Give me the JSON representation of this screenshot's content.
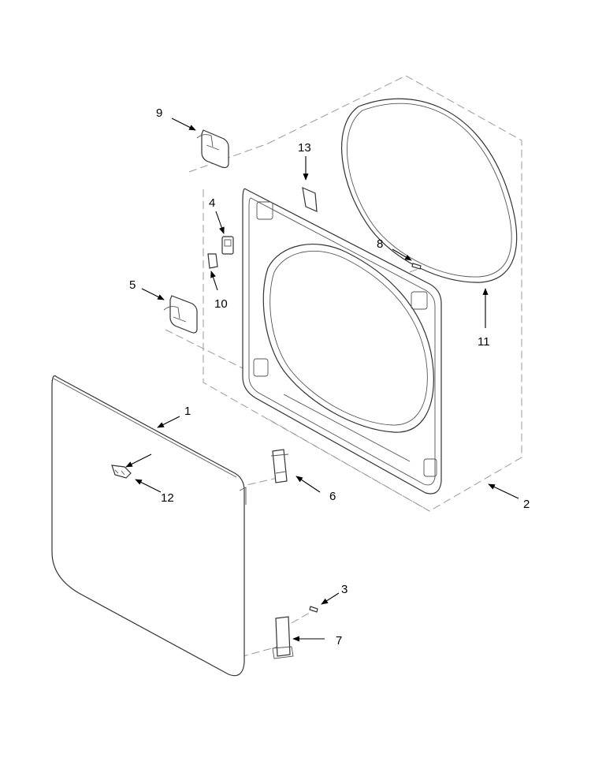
{
  "callouts": {
    "c1": "1",
    "c2": "2",
    "c3": "3",
    "c4": "4",
    "c5": "5",
    "c6": "6",
    "c7": "7",
    "c8": "8",
    "c9": "9",
    "c10": "10",
    "c11": "11",
    "c12": "12",
    "c13": "13"
  },
  "colors": {
    "line": "#333333",
    "dashed_guide": "#9a9a9a",
    "background": "#ffffff"
  }
}
